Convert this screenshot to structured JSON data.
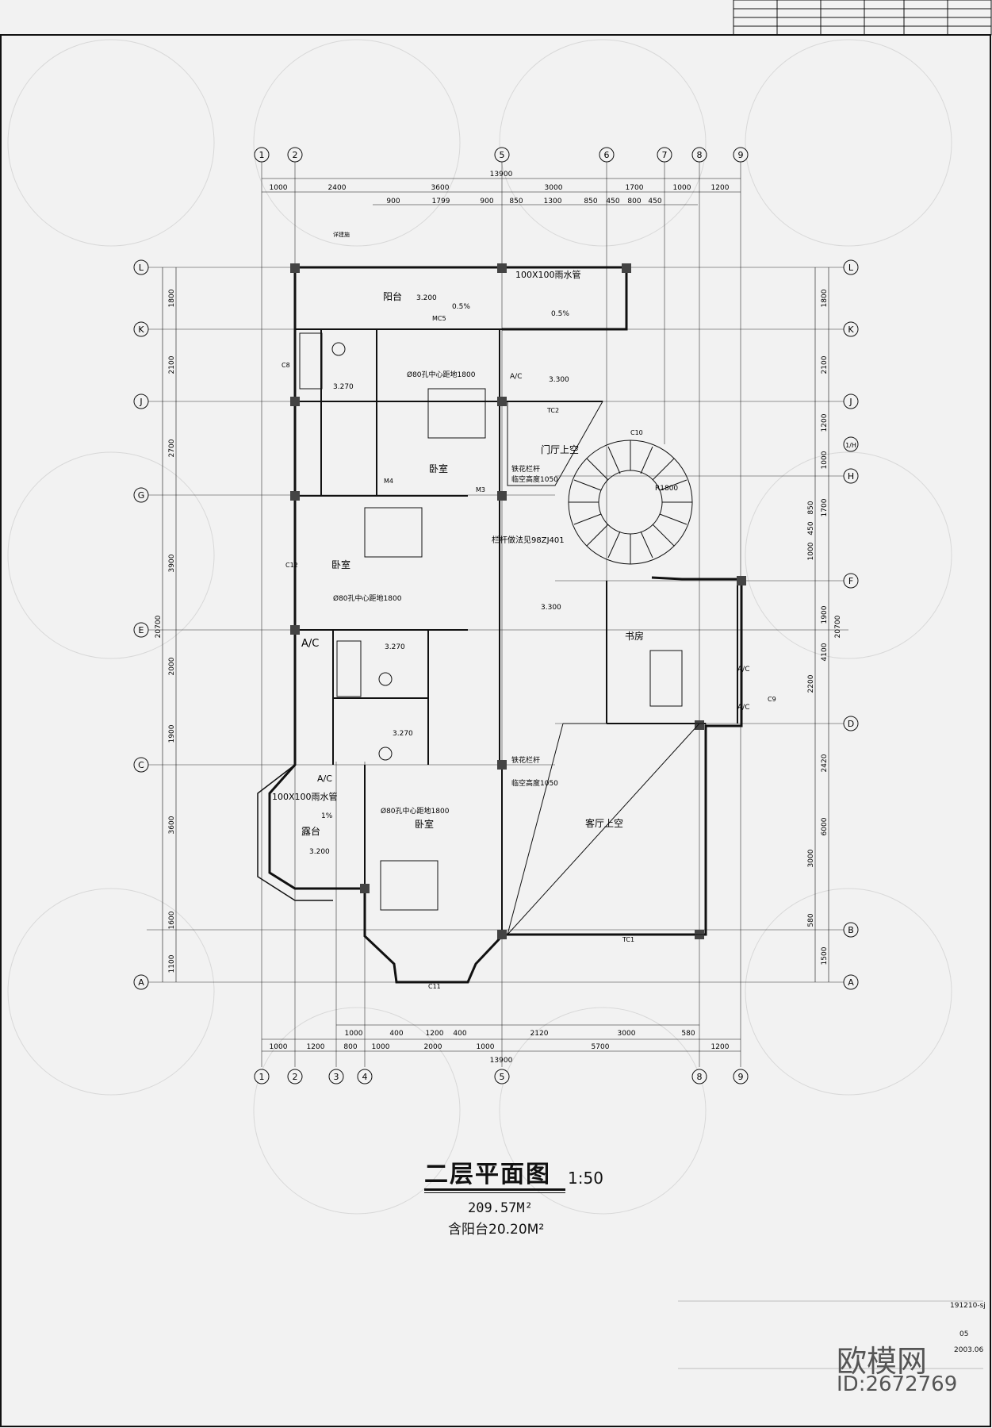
{
  "drawing": {
    "title": "二层平面图",
    "scale": "1:50",
    "area_total": "209.57M²",
    "area_with_balcony": "含阳台20.20M²"
  },
  "grid_axes": {
    "vertical": [
      "1",
      "2",
      "3",
      "4",
      "5",
      "6",
      "7",
      "8",
      "9"
    ],
    "horizontal": [
      "A",
      "B",
      "C",
      "D",
      "E",
      "F",
      "G",
      "H",
      "J",
      "K",
      "L"
    ],
    "partial": "1/H"
  },
  "dimensions": {
    "top_overall": "13900",
    "top_row1": [
      "1000",
      "2400",
      "3600",
      "3000",
      "1700",
      "1000",
      "1200"
    ],
    "top_row2": [
      "900",
      "1799",
      "900",
      "850",
      "1300",
      "850",
      "450",
      "800",
      "450"
    ],
    "bottom_overall": "13900",
    "bottom_row1": [
      "1000",
      "1200",
      "800",
      "1000",
      "2000",
      "1000",
      "5700",
      "1200"
    ],
    "bottom_row2": [
      "1000",
      "400",
      "1200",
      "400",
      "2120",
      "3000",
      "580"
    ],
    "left_overall": "20700",
    "left_row1": [
      "1800",
      "2100",
      "2700",
      "3900",
      "2000",
      "1900",
      "3600",
      "1600",
      "1100"
    ],
    "right_overall": "20700",
    "right_row1": [
      "1800",
      "2100",
      "1200",
      "1000",
      "1700",
      "1900",
      "4100",
      "2420",
      "6000",
      "1500"
    ],
    "right_row2": [
      "850",
      "450",
      "1000",
      "2200",
      "3000",
      "580"
    ]
  },
  "rooms": {
    "balcony": "阳台",
    "bedroom1": "卧室",
    "bedroom2": "卧室",
    "bedroom3": "卧室",
    "study": "书房",
    "foyer_void": "门厅上空",
    "living_void": "客厅上空",
    "terrace": "露台"
  },
  "annotations": {
    "drain_pipe": "100X100雨水管",
    "drain_pipe2": "100X100雨水管",
    "hole1": "Ø80孔中心距地1800",
    "hole2": "Ø80孔中心距地1800",
    "hole3": "Ø80孔中心距地1800",
    "railing1": "铁花栏杆",
    "railing1_h": "临空高度1050",
    "railing2": "铁花栏杆",
    "railing2_h": "临空高度1050",
    "railing_ref": "栏杆做法见98ZJ401",
    "ac1": "A/C",
    "ac2": "A/C",
    "ac3": "A/C",
    "ac4": "A/C",
    "ac5": "A/C",
    "elev1": "3.200",
    "elev2": "3.270",
    "elev3": "3.300",
    "elev4": "3.300",
    "elev5": "3.270",
    "elev6": "3.270",
    "elev7": "3.200",
    "slope1": "0.5%",
    "slope2": "0.5%",
    "slope3": "1%",
    "radius": "R1800",
    "see_detail": "详建施"
  },
  "openings": {
    "mc5": "MC5",
    "m4": "M4",
    "m3": "M3",
    "c8": "C8",
    "c9": "C9",
    "c10": "C10",
    "c11": "C11",
    "c12": "C12",
    "tc1": "TC1",
    "tc2": "TC2"
  },
  "title_block": {
    "project_code": "191210-sj",
    "sheet_no": "05",
    "date": "2003.06"
  },
  "watermark": {
    "brand": "欧模网",
    "id": "ID:2672769"
  }
}
